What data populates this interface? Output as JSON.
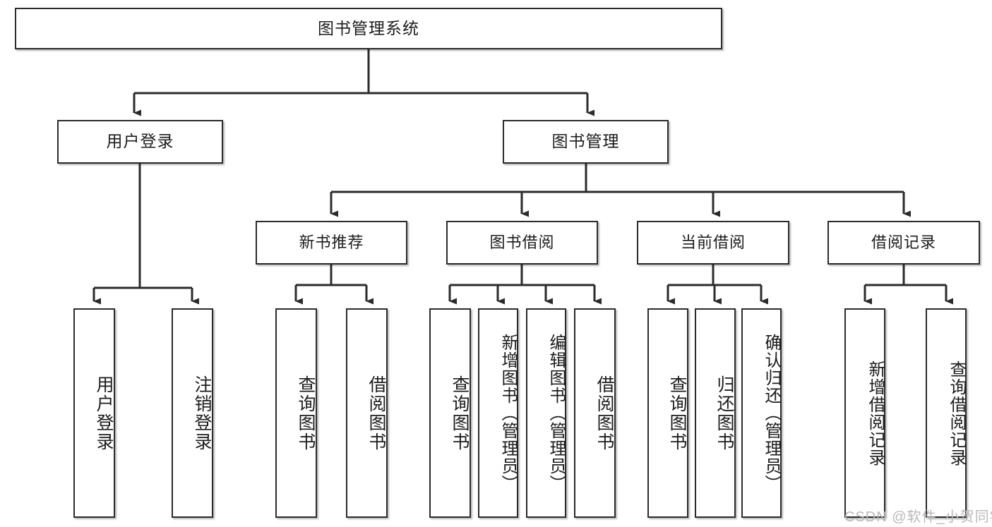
{
  "diagram": {
    "title": "图书管理系统",
    "watermark": "CSDN @软件_小贺同学",
    "colors": {
      "box_border": "#2b2b2b",
      "box_fill": "#ffffff",
      "edge": "#2b2b2b",
      "watermark": "#b9b9b9",
      "background": "#ffffff"
    },
    "root": {
      "label": "图书管理系统"
    },
    "level1": [
      {
        "label": "用户登录"
      },
      {
        "label": "图书管理"
      }
    ],
    "level2": [
      {
        "label": "新书推荐"
      },
      {
        "label": "图书借阅"
      },
      {
        "label": "当前借阅"
      },
      {
        "label": "借阅记录"
      }
    ],
    "leaves": {
      "user_login": [
        {
          "label": "用户登录"
        },
        {
          "label": "注销登录"
        }
      ],
      "new_book_recommend": [
        {
          "label": "查询图书"
        },
        {
          "label": "借阅图书"
        }
      ],
      "book_borrow": [
        {
          "label": "查询图书"
        },
        {
          "label": "新增图书（管理员）"
        },
        {
          "label": "编辑图书（管理员）"
        },
        {
          "label": "借阅图书"
        }
      ],
      "current_borrow": [
        {
          "label": "查询图书"
        },
        {
          "label": "归还图书"
        },
        {
          "label": "确认归还（管理员）"
        }
      ],
      "borrow_record": [
        {
          "label": "新增借阅记录"
        },
        {
          "label": "查询借阅记录"
        }
      ]
    }
  }
}
